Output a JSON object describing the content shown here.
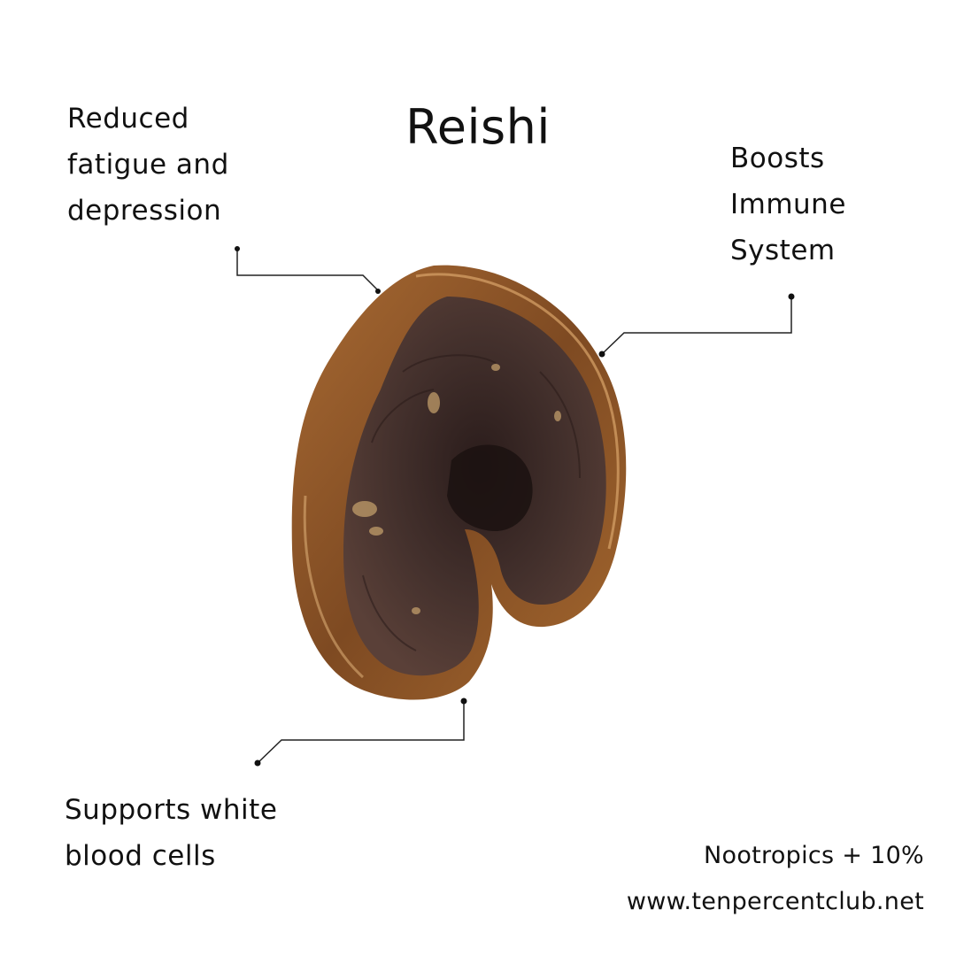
{
  "title": "Reishi",
  "callouts": {
    "fatigue": {
      "lines": [
        "Reduced",
        "fatigue and",
        "depression"
      ]
    },
    "immune": {
      "lines": [
        "Boosts",
        "Immune",
        "System"
      ]
    },
    "white_cells": {
      "lines": [
        "Supports white",
        "blood cells"
      ]
    }
  },
  "footer": {
    "brand": "Nootropics + 10%",
    "url": "www.tenpercentclub.net"
  },
  "colors": {
    "background": "#ffffff",
    "text": "#111111",
    "mushroom_rim": "#8a4f22",
    "mushroom_cap": "#3e2a27"
  }
}
